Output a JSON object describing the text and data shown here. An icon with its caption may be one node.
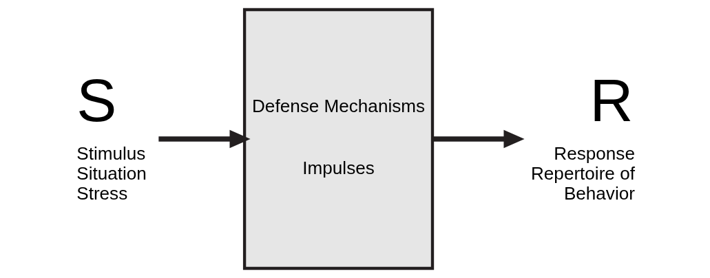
{
  "diagram": {
    "nodes": [
      {
        "text": [
          "S"
        ],
        "beside": [
          "Stimulus Situation Stress"
        ]
      },
      {
        "text": [
          "Defense Mechanisms",
          "Impulses"
        ]
      },
      {
        "text": [
          "R"
        ],
        "beside": [
          "Response Repertoire of Behavior"
        ]
      }
    ],
    "edges": [
      {
        "from": 0,
        "to": 1,
        "arrow": "to"
      },
      {
        "from": 1,
        "to": 2,
        "arrow": "to"
      }
    ]
  }
}
